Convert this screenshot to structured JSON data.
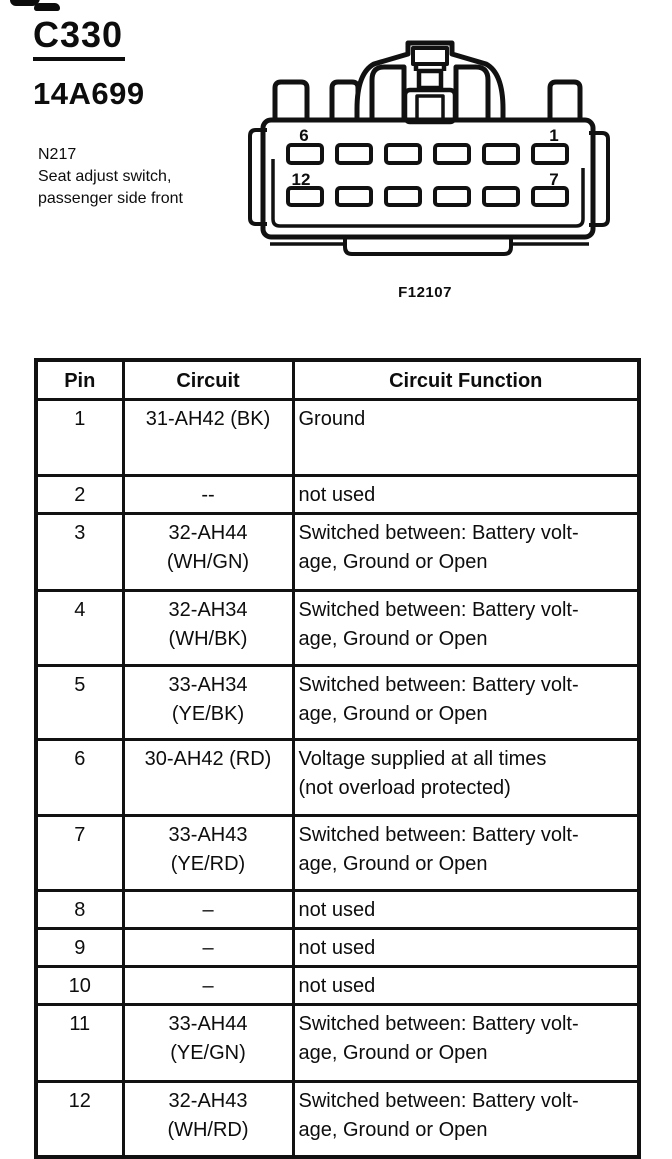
{
  "page": {
    "connector_id": "C330",
    "part_number": "14A699",
    "component_code": "N217",
    "component_description": "Seat adjust switch,\npassenger side front",
    "figure_id": "F12107"
  },
  "connector": {
    "pin_labels": {
      "top_left": "6",
      "top_right": "1",
      "bottom_left": "12",
      "bottom_right": "7"
    },
    "rows_of_pins": 2,
    "pins_per_row": 6
  },
  "table": {
    "headers": [
      "Pin",
      "Circuit",
      "Circuit Function"
    ],
    "rows": [
      {
        "pin": "1",
        "circuit": "31-AH42 (BK)",
        "function": "Ground"
      },
      {
        "pin": "2",
        "circuit": "--",
        "function": "not used"
      },
      {
        "pin": "3",
        "circuit": "32-AH44\n(WH/GN)",
        "function": "Switched between: Battery volt-\nage, Ground or Open"
      },
      {
        "pin": "4",
        "circuit": "32-AH34\n(WH/BK)",
        "function": "Switched between: Battery volt-\nage, Ground or Open"
      },
      {
        "pin": "5",
        "circuit": "33-AH34\n(YE/BK)",
        "function": "Switched between: Battery volt-\nage, Ground or Open"
      },
      {
        "pin": "6",
        "circuit": "30-AH42 (RD)",
        "function": "Voltage supplied at all times\n(not overload protected)"
      },
      {
        "pin": "7",
        "circuit": "33-AH43\n(YE/RD)",
        "function": "Switched between: Battery volt-\nage, Ground or Open"
      },
      {
        "pin": "8",
        "circuit": "–",
        "function": "not used"
      },
      {
        "pin": "9",
        "circuit": "–",
        "function": "not used"
      },
      {
        "pin": "10",
        "circuit": "–",
        "function": "not used"
      },
      {
        "pin": "11",
        "circuit": "33-AH44\n(YE/GN)",
        "function": "Switched between: Battery volt-\nage, Ground or Open"
      },
      {
        "pin": "12",
        "circuit": "32-AH43\n(WH/RD)",
        "function": "Switched between: Battery volt-\nage, Ground or Open"
      }
    ]
  },
  "colors": {
    "ink": "#0d0d0d",
    "paper": "#ffffff"
  }
}
